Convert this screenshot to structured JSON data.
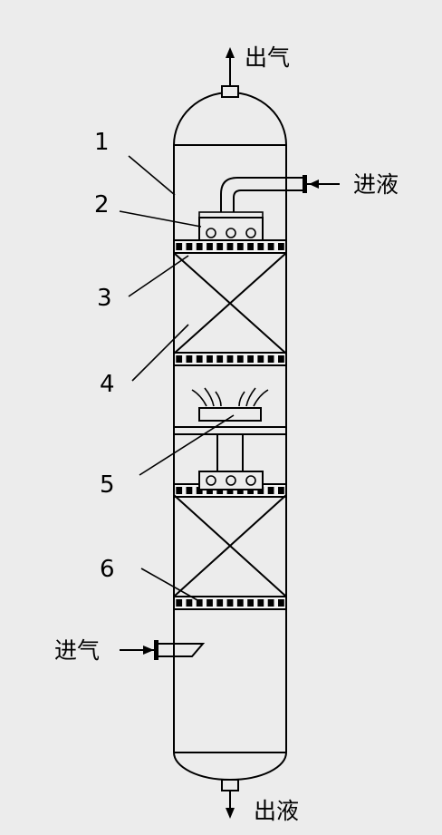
{
  "diagram": {
    "part_numbers": [
      "1",
      "2",
      "3",
      "4",
      "5",
      "6"
    ],
    "streams": {
      "gas_out": "出气",
      "liquid_in": "进液",
      "gas_in": "进气",
      "liquid_out": "出液"
    },
    "colors": {
      "background": "#ececec",
      "line": "#000000",
      "tray_fill": "#f2f2f2"
    }
  }
}
